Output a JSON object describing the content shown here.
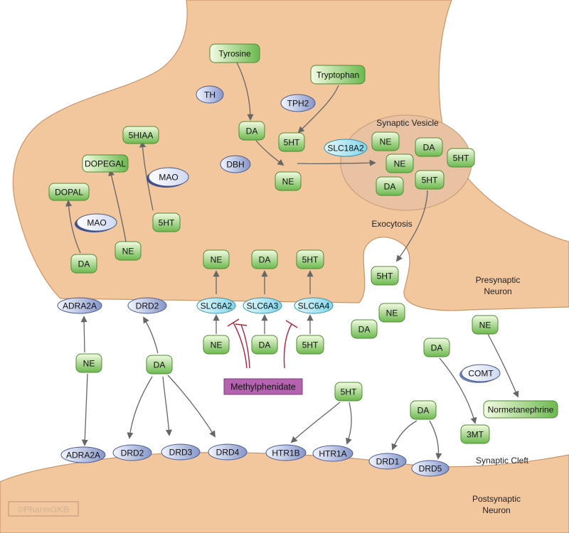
{
  "colors": {
    "neuron_fill": "#f2c79e",
    "neuron_stroke": "#c8956a",
    "node_green_top": "#eef8d9",
    "node_green_bottom": "#6cb94e",
    "node_green_stroke": "#4f8a36",
    "enzyme_blue": "#9aa9d6",
    "enzyme_stroke": "#4a5a8f",
    "transporter_cyan": "#a8e5f2",
    "drug_fill": "#b563b0",
    "inhibit_red": "#b2203a",
    "arrow_gray": "#6b6b6b"
  },
  "labels": {
    "synaptic_vesicle": "Synaptic Vesicle",
    "exocytosis": "Exocytosis",
    "presynaptic_1": "Presynaptic",
    "presynaptic_2": "Neuron",
    "postsynaptic_1": "Postsynaptic",
    "postsynaptic_2": "Neuron",
    "synaptic_cleft": "Synaptic Cleft",
    "copyright": "©PharmGKB"
  },
  "metabolites": {
    "tyrosine": "Tyrosine",
    "tryptophan": "Tryptophan",
    "da_synth": "DA",
    "fivehtp_synth": "5HT",
    "ne_synth": "NE",
    "fivehiaa": "5HIAA",
    "dopegal": "DOPEGAL",
    "dopal": "DOPAL",
    "fiveht_mao": "5HT",
    "ne_mao": "NE",
    "da_mao": "DA",
    "ves_ne1": "NE",
    "ves_da1": "DA",
    "ves_ne2": "NE",
    "ves_5ht1": "5HT",
    "ves_5ht2": "5HT",
    "ves_da2": "DA",
    "up_ne": "NE",
    "up_da": "DA",
    "up_5ht": "5HT",
    "cleft_ne_tr": "NE",
    "cleft_da_tr": "DA",
    "cleft_5ht_tr": "5HT",
    "rel_5ht": "5HT",
    "rel_ne": "NE",
    "rel_da": "DA",
    "cleft_ne_adra": "NE",
    "cleft_da_drd": "DA",
    "cleft_5ht_htr": "5HT",
    "cleft_da_drd15": "DA",
    "cleft_da_comt": "DA",
    "cleft_ne_comt": "NE",
    "normetanephrine": "Normetanephrine",
    "threemt": "3MT"
  },
  "enzymes": {
    "th": "TH",
    "tph2": "TPH2",
    "dbh": "DBH",
    "mao1": "MAO",
    "mao2": "MAO",
    "comt": "COMT",
    "slc18a2": "SLC18A2"
  },
  "receptors": {
    "pre_adra2a": "ADRA2A",
    "pre_drd2": "DRD2",
    "slc6a2": "SLC6A2",
    "slc6a3": "SLC6A3",
    "slc6a4": "SLC6A4",
    "post_adra2a": "ADRA2A",
    "post_drd2": "DRD2",
    "post_drd3": "DRD3",
    "post_drd4": "DRD4",
    "post_htr1b": "HTR1B",
    "post_htr1a": "HTR1A",
    "post_drd1": "DRD1",
    "post_drd5": "DRD5"
  },
  "drug": {
    "methylphenidate": "Methylphenidate"
  }
}
